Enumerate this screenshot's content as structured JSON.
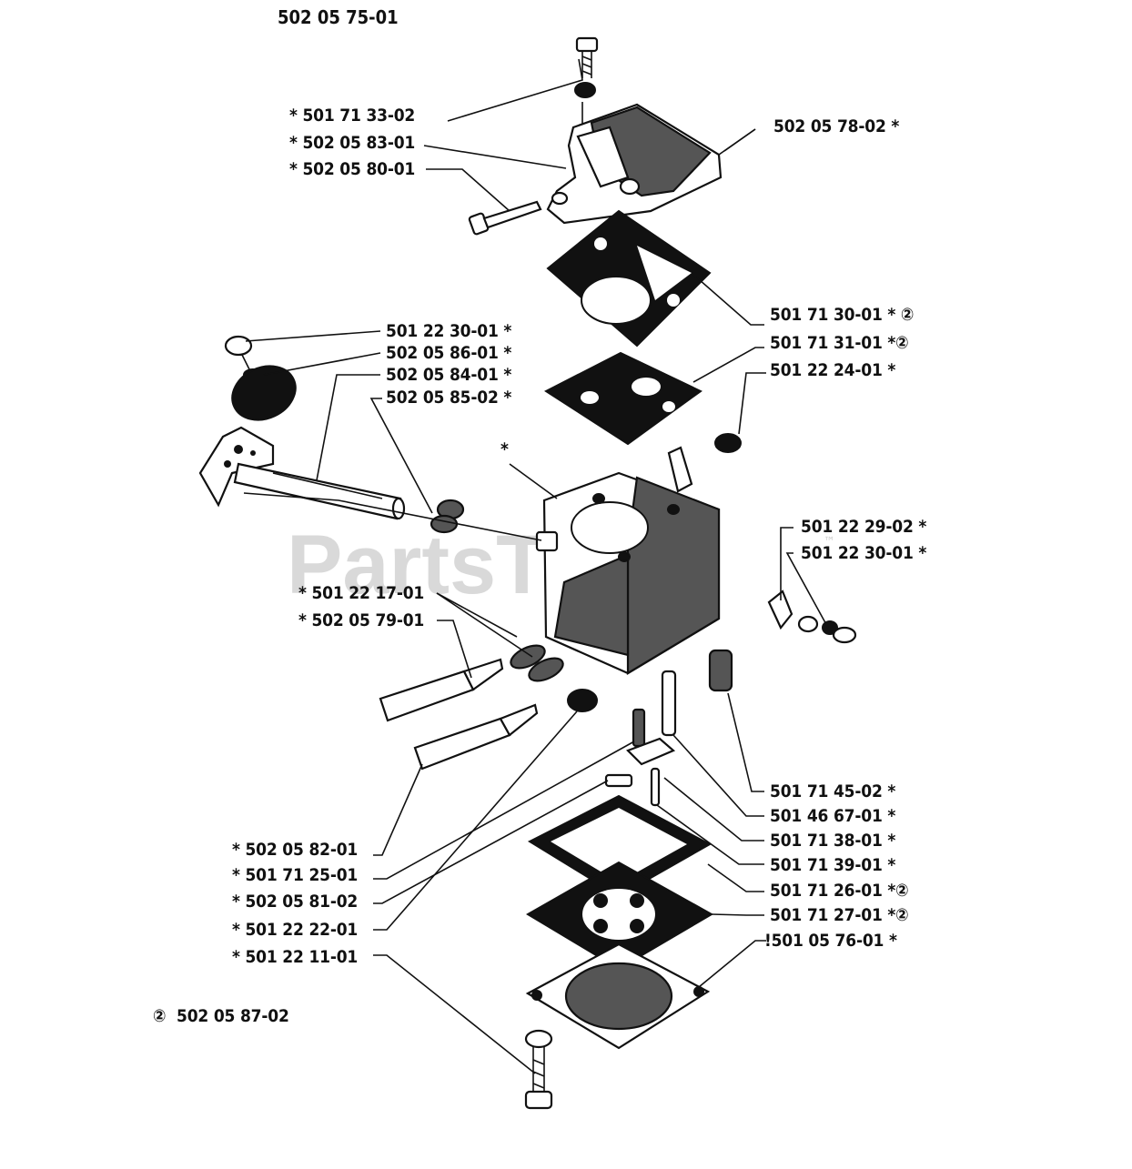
{
  "assembly_number": "502 05 75-01",
  "kit_note": {
    "symbol": "②",
    "number": "502 05 87-02"
  },
  "watermark": {
    "text": "PartsTree",
    "tm": "™"
  },
  "labels": [
    "* 501 71 33-02",
    "* 502 05 83-01",
    "* 502 05 80-01",
    "502 05 78-02 *",
    "501 71 30-01 * ②",
    "501 71 31-01 *②",
    "501 22 24-01 *",
    "501 22 30-01 *",
    "502 05 86-01 *",
    "502 05 84-01 *",
    "502 05 85-02 *",
    "*",
    "501 22 29-02 *",
    "501 22 30-01 *",
    "* 501 22 17-01",
    "* 502 05 79-01",
    "501 71 45-02 *",
    "501 46 67-01 *",
    "501 71 38-01 *",
    "501 71 39-01 *",
    "501 71 26-01 *②",
    "501 71 27-01 *②",
    "!501 05 76-01 *",
    "* 502 05 82-01",
    "* 501 71 25-01",
    "* 502 05 81-02",
    "* 501 22 22-01",
    "* 501 22 11-01"
  ]
}
